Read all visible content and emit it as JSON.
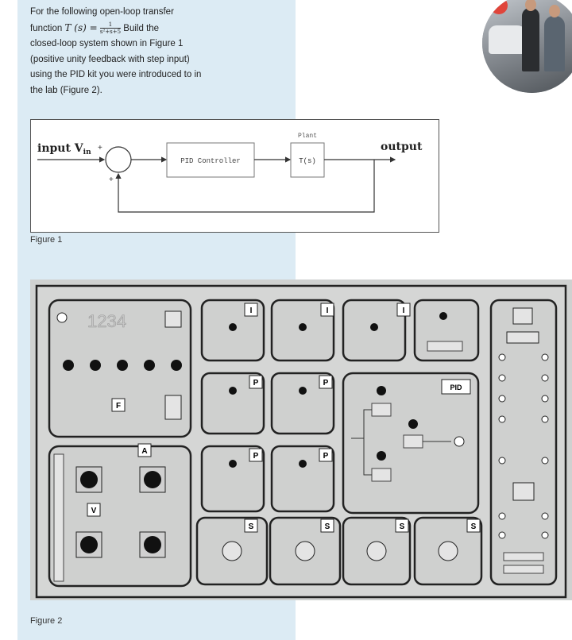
{
  "question": {
    "line1": "For the following open-loop transfer",
    "line2_prefix": "function",
    "function_symbol": "T (s) =",
    "numerator": "1",
    "denominator": "s²+s+5",
    "line2_suffix": "Build the",
    "line3": "closed-loop system shown in Figure 1",
    "line4": "(positive unity feedback with step input)",
    "line5": "using the PID kit you were introduced to in",
    "line6": "the lab (Figure 2)."
  },
  "figure1": {
    "input_label": "input V",
    "input_subscript": "in",
    "plus_top": "+",
    "plus_bottom": "+",
    "controller_label": "PID Controller",
    "plant_title": "Plant",
    "plant_label": "T(s)",
    "output_label": "output",
    "caption": "Figure 1"
  },
  "figure2": {
    "caption": "Figure 2",
    "display_digits": "1234",
    "module_tags": {
      "F": "F",
      "A": "A",
      "V": "V",
      "I": "I",
      "P": "P",
      "PID": "PID",
      "S": "S"
    }
  },
  "colors": {
    "column_bg": "#dcebf4",
    "panel_bg": "#d5d6d5",
    "module_border": "#222222"
  }
}
